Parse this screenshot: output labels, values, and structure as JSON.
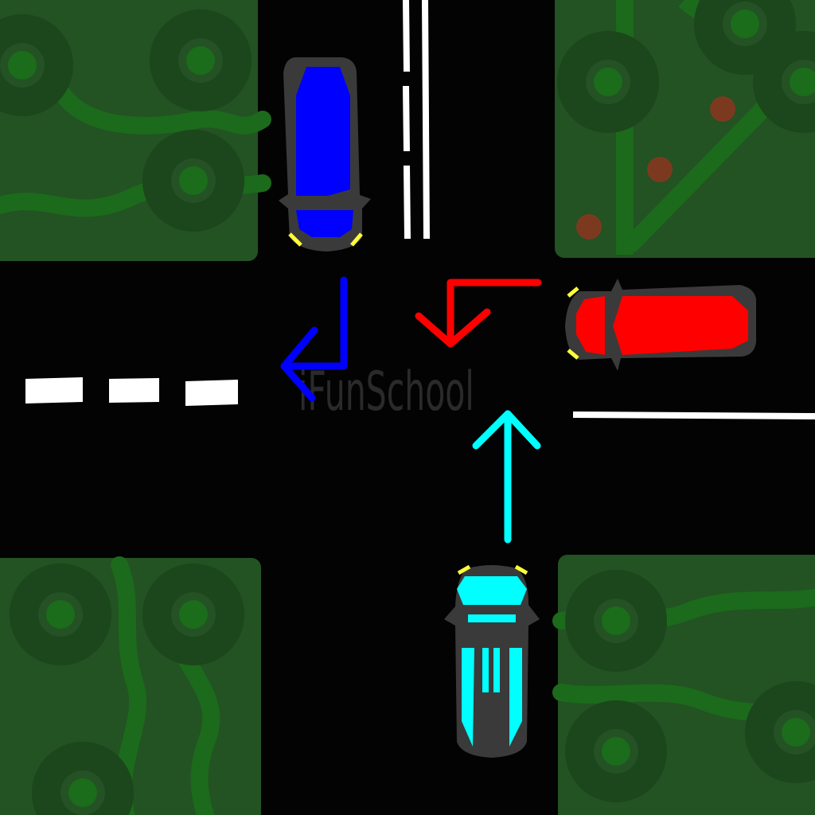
{
  "watermark": "iFunSchool",
  "colors": {
    "road": "#030303",
    "grass": "#235223",
    "grass_path": "#1c6a1c",
    "tree_outer": "#1c461c",
    "tree_mid": "#245224",
    "tree_center": "#1b6c1b",
    "berry": "#7b3a1f",
    "marking": "#ffffff",
    "car_body": "#3a3a3a",
    "headlight": "#ffff3a",
    "blue": "#0000ff",
    "red": "#ff0000",
    "cyan": "#00ffff"
  },
  "cars": [
    {
      "name": "blue",
      "heading": "south",
      "maneuver": "right-turn",
      "color": "#0000ff"
    },
    {
      "name": "red",
      "heading": "west",
      "maneuver": "left-turn",
      "color": "#ff0000"
    },
    {
      "name": "cyan",
      "heading": "north",
      "maneuver": "straight",
      "color": "#00ffff"
    }
  ]
}
